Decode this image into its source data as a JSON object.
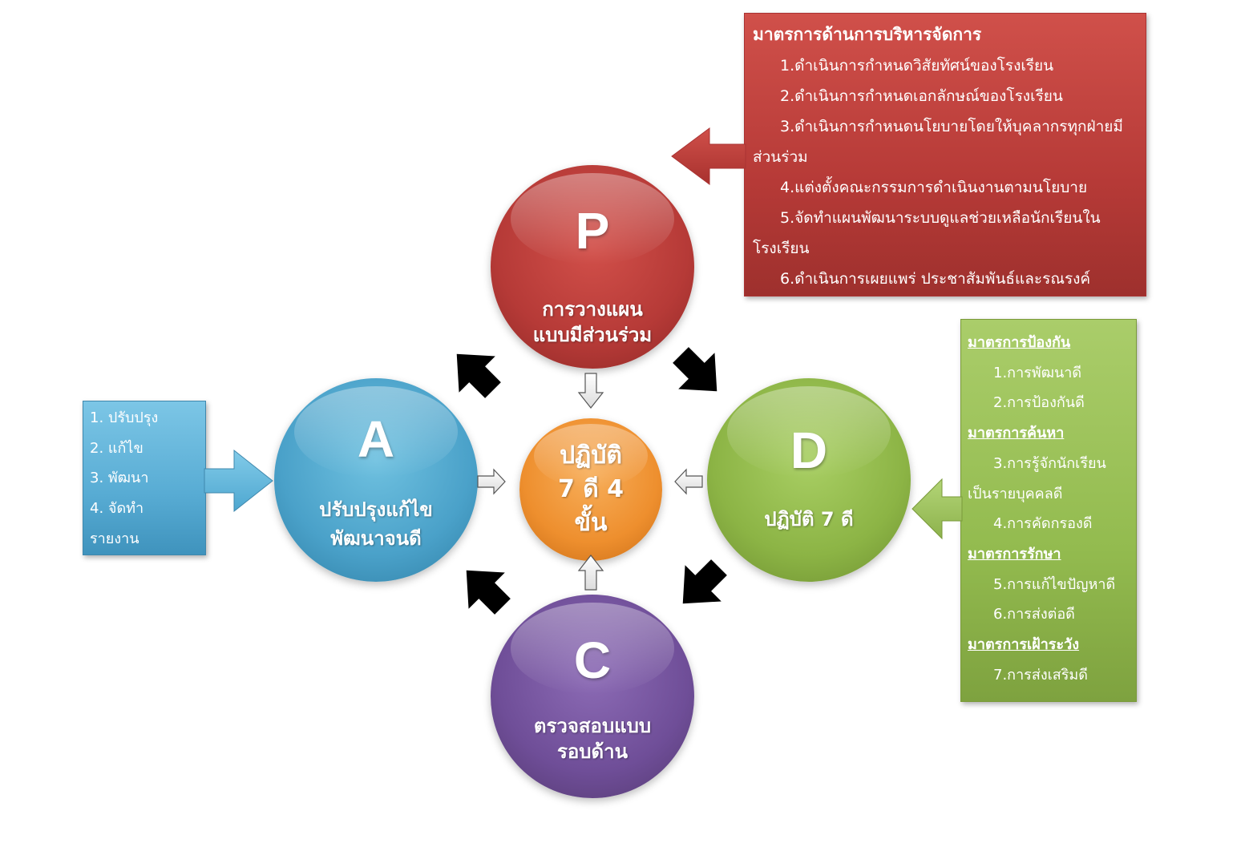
{
  "circles": {
    "p": {
      "letter": "P",
      "label_line1": "การวางแผน",
      "label_line2": "แบบมีส่วนร่วม",
      "color": "#b63a37"
    },
    "d": {
      "letter": "D",
      "label_line1": "ปฏิบัติ 7 ดี",
      "color": "#8cb445"
    },
    "c": {
      "letter": "C",
      "label_line1": "ตรวจสอบแบบ",
      "label_line2": "รอบด้าน",
      "color": "#6f4e98"
    },
    "a": {
      "letter": "A",
      "label_line1": "ปรับปรุงแก้ไข",
      "label_line2": "พัฒนาจนดี",
      "color": "#4aa1c9"
    },
    "center": {
      "line1": "ปฏิบัติ",
      "line2": "7 ดี 4",
      "line3": "ขั้น",
      "color": "#ee8f2e"
    }
  },
  "box_p": {
    "title": "มาตรการด้านการบริหารจัดการ",
    "items": [
      "1.ดำเนินการกำหนดวิสัยทัศน์ของโรงเรียน",
      "2.ดำเนินการกำหนดเอกลักษณ์ของโรงเรียน",
      "3.ดำเนินการกำหนดนโยบายโดยให้บุคลากรทุกฝ่ายมี",
      "ส่วนร่วม",
      "4.แต่งตั้งคณะกรรมการดำเนินงานตามนโยบาย",
      "5.จัดทำแผนพัฒนาระบบดูแลช่วยเหลือนักเรียนใน",
      "โรงเรียน",
      "6.ดำเนินการเผยแพร่  ประชาสัมพันธ์และรณรงค์"
    ]
  },
  "box_d": {
    "heading1": "มาตรการป้องกัน",
    "item1": "1.การพัฒนาดี",
    "item2": "2.การป้องกันดี",
    "heading2": "มาตรการค้นหา",
    "item3a": "3.การรู้จักนักเรียน",
    "item3b": "เป็นรายบุคคลดี",
    "item4": "4.การคัดกรองดี",
    "heading3": "มาตรการรักษา",
    "item5": "5.การแก้ไขปัญหาดี",
    "item6": "6.การส่งต่อดี",
    "heading4": "มาตรการเฝ้าระวัง",
    "item7": "7.การส่งเสริมดี"
  },
  "box_a": {
    "items": [
      "1. ปรับปรุง",
      "2. แก้ไข",
      "3. พัฒนา",
      "4. จัดทำ",
      "รายงาน"
    ]
  }
}
